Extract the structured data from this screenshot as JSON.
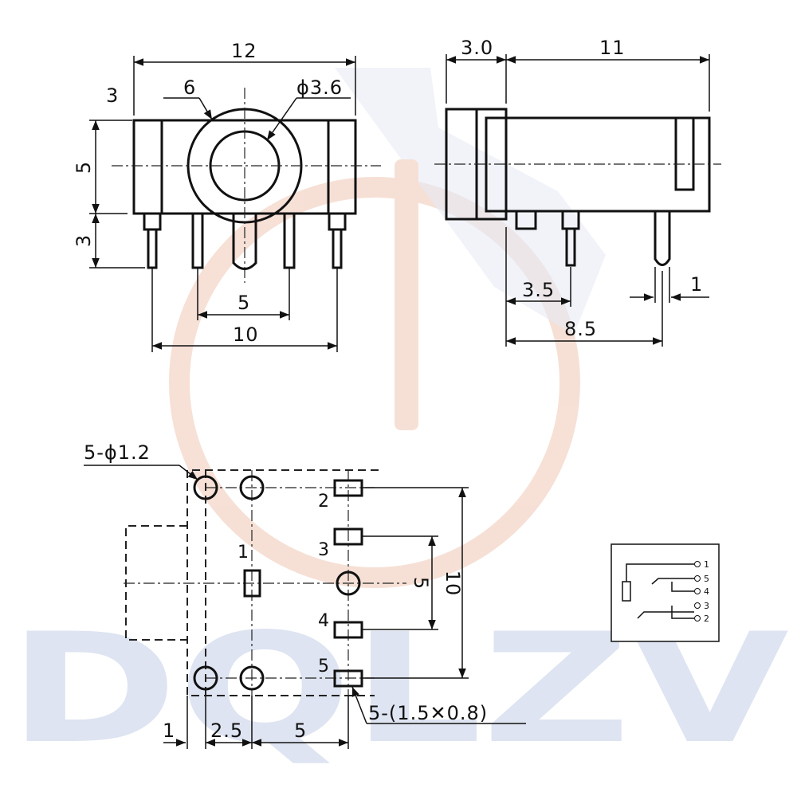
{
  "watermark": {
    "text": "DQLZV",
    "color": "#dbe2f0",
    "logo_color": "#f5d8cc"
  },
  "front_view": {
    "dim_width": "12",
    "dim_left_top": "3",
    "dim_ring": "6",
    "dim_hole": "ϕ3.6",
    "dim_body_height": "5",
    "dim_pin_length": "3",
    "dim_pin_spacing": "5",
    "dim_pin_span": "10"
  },
  "side_view": {
    "dim_front": "3.0",
    "dim_length": "11",
    "dim_pin1": "3.5",
    "dim_pin2": "8.5",
    "dim_pin_width": "1"
  },
  "footprint": {
    "hole_spec": "5-ϕ1.2",
    "pad_spec": "5-(1.5✕0.8)",
    "pin_labels": [
      "1",
      "2",
      "3",
      "4",
      "5"
    ],
    "dim_v_inner": "5",
    "dim_v_outer": "10",
    "dim_h1": "1",
    "dim_h2": "2.5",
    "dim_h3": "5"
  },
  "schematic": {
    "pins": [
      "1",
      "5",
      "4",
      "3",
      "2"
    ]
  }
}
